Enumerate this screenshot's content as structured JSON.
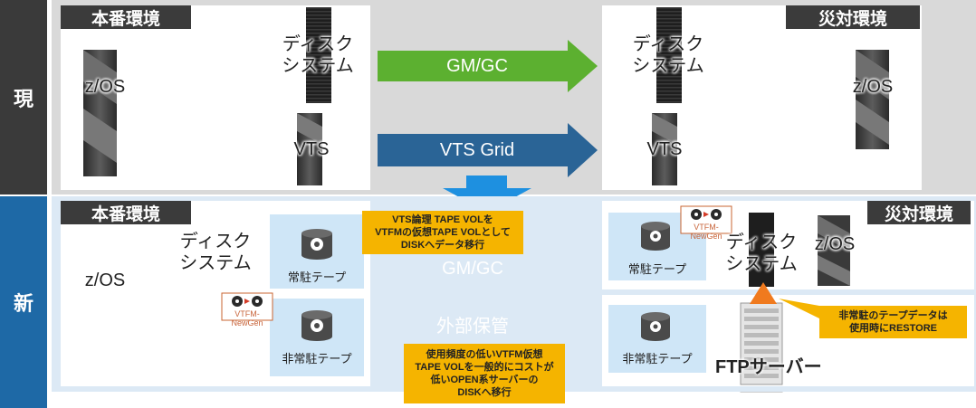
{
  "rows": {
    "current_label": "現",
    "new_label": "新"
  },
  "current": {
    "production_header": "本番環境",
    "dr_header": "災対環境",
    "prod_zos": "z/OS",
    "prod_disk": "ディスク\nシステム",
    "prod_vts": "VTS",
    "dr_disk": "ディスク\nシステム",
    "dr_vts": "VTS",
    "dr_zos": "z/OS",
    "arrow_gmgc": "GM/GC",
    "arrow_vtsgrid": "VTS Grid"
  },
  "new": {
    "production_header": "本番環境",
    "dr_header": "災対環境",
    "prod_zos": "z/OS",
    "prod_disk": "ディスク\nシステム",
    "resident_tape": "常駐テープ",
    "nonresident_tape": "非常駐テープ",
    "arrow_gmgc": "GM/GC",
    "arrow_external": "外部保管",
    "callout_top": "VTS論理 TAPE VOLを\nVTFMの仮想TAPE VOLとして\nDISKへデータ移行",
    "callout_bottom": "使用頻度の低いVTFM仮想\nTAPE VOLを一般的にコストが\n低いOPEN系サーバーの\nDISKへ移行",
    "callout_right": "非常駐のテープデータは\n使用時にRESTORE",
    "dr_resident_tape": "常駐テープ",
    "dr_disk": "ディスク\nシステム",
    "dr_zos": "z/OS",
    "dr_nonresident_tape": "非常駐テープ",
    "ftp_server": "FTPサーバー",
    "logo_text": "VTFM-NewGen"
  },
  "colors": {
    "current_row": "#3a3a3a",
    "new_row": "#1e69a6",
    "green_arrow": "#5cb030",
    "blue_arrow": "#2a6496",
    "light_blue_arrow": "#2aa5e6",
    "callout": "#f5b400",
    "down_arrow": "#1e90e0"
  }
}
